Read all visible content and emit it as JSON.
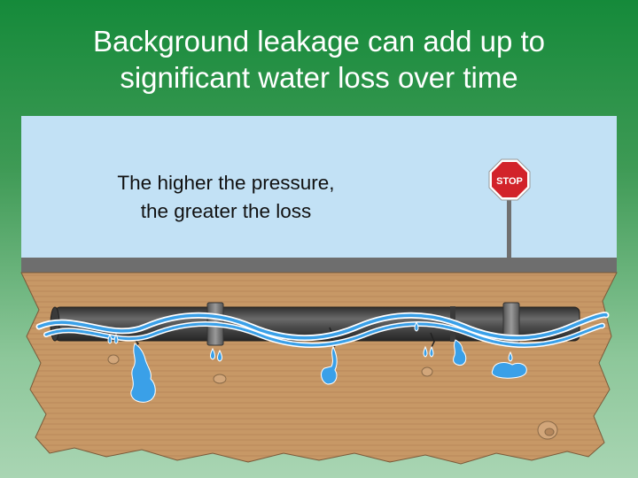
{
  "title": {
    "line1": "Background leakage can add up to",
    "line2": "significant water loss over time"
  },
  "caption": {
    "line1": "The higher the pressure,",
    "line2": "the greater the loss"
  },
  "sign": {
    "text": "STOP",
    "color": "#d2232a"
  },
  "colors": {
    "sky": "#c2e1f5",
    "road": "#6e6e6e",
    "soil": "#c79866",
    "pipe": "#4a4a4a",
    "water": "#3aa0e8",
    "background_top": "#158a3a",
    "background_bottom": "#a9d5b3"
  },
  "icons": [
    "stop-sign-icon",
    "water-leak-icon",
    "rock-icon",
    "pipe-joint-icon"
  ]
}
